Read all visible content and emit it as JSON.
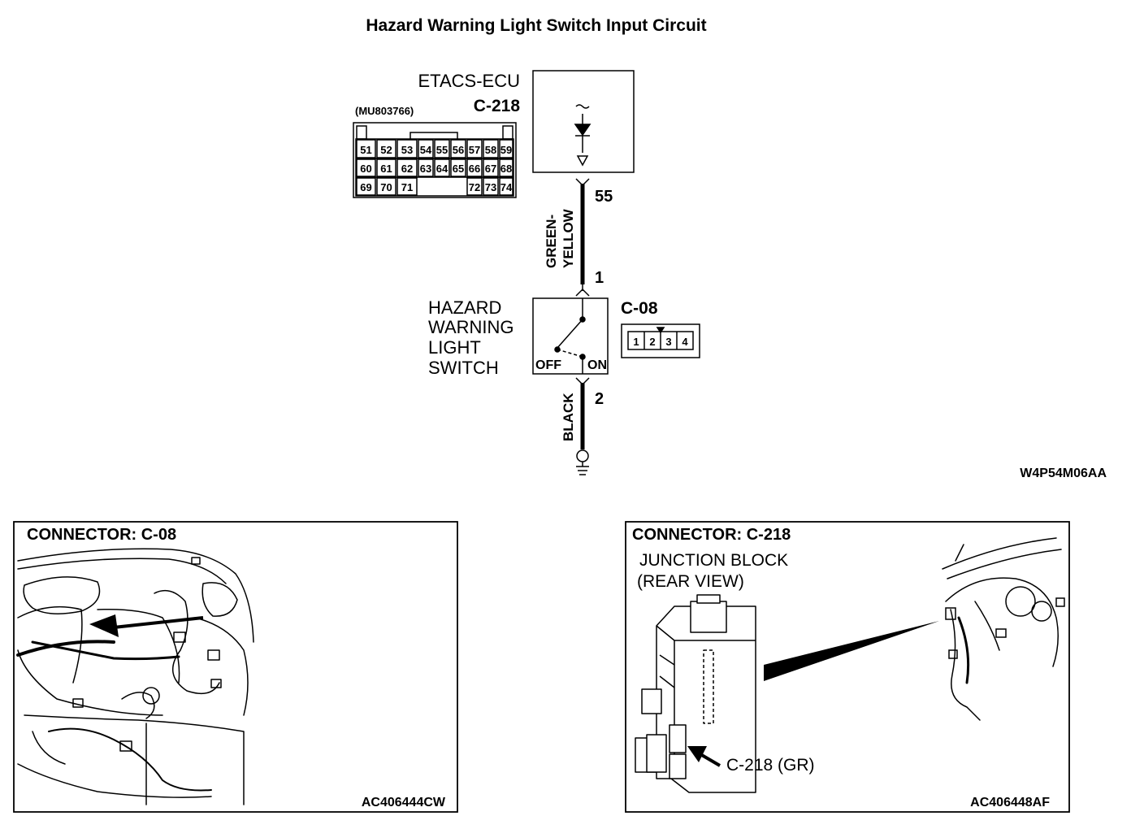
{
  "title": "Hazard Warning Light Switch Input Circuit",
  "ecu": {
    "name": "ETACS-ECU",
    "connector": "C-218",
    "part_number": "(MU803766)",
    "pin_rows": [
      [
        "51",
        "52",
        "53",
        "54",
        "55",
        "56",
        "57",
        "58",
        "59"
      ],
      [
        "60",
        "61",
        "62",
        "63",
        "64",
        "65",
        "66",
        "67",
        "68"
      ],
      [
        "69",
        "70",
        "71",
        "72",
        "73",
        "74"
      ]
    ]
  },
  "wires": {
    "upper_color": "GREEN-YELLOW",
    "upper_color_line1": "GREEN-",
    "upper_color_line2": "YELLOW",
    "upper_pin_ecu": "55",
    "upper_pin_switch": "1",
    "lower_color": "BLACK",
    "lower_pin_switch": "2"
  },
  "switch": {
    "name_lines": [
      "HAZARD",
      "WARNING",
      "LIGHT",
      "SWITCH"
    ],
    "connector": "C-08",
    "off_label": "OFF",
    "on_label": "ON",
    "pins": [
      "1",
      "2",
      "3",
      "4"
    ]
  },
  "diagram_code": "W4P54M06AA",
  "panels": {
    "left": {
      "title": "CONNECTOR: C-08",
      "code": "AC406444CW"
    },
    "right": {
      "title": "CONNECTOR: C-218",
      "subtitle_line1": "JUNCTION BLOCK",
      "subtitle_line2": "(REAR VIEW)",
      "callout": "C-218 (GR)",
      "code": "AC406448AF"
    }
  }
}
